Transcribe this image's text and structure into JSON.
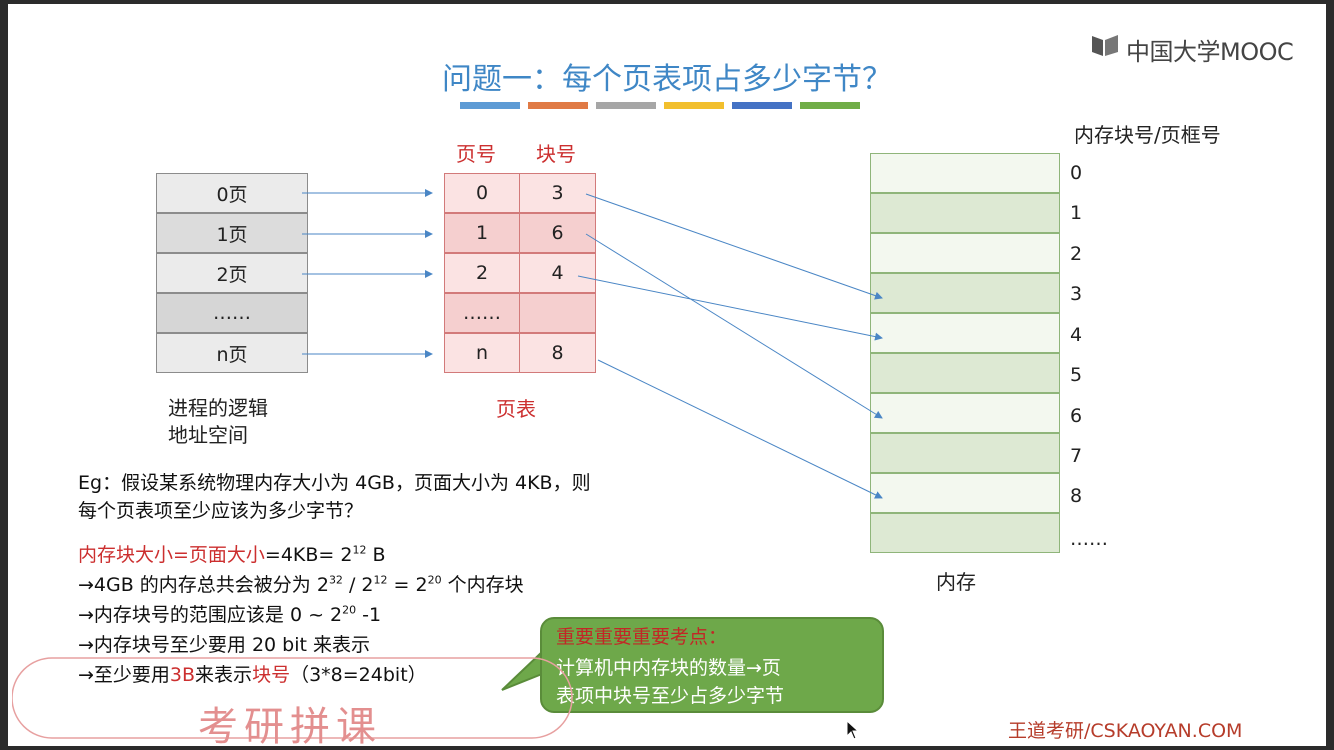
{
  "title": "问题一：每个页表项占多少字节？",
  "title_bar_colors": [
    "#5d9bd5",
    "#e07a45",
    "#a6a6a6",
    "#f2bf2d",
    "#4472c4",
    "#70ad47"
  ],
  "brand": {
    "logo_text": "中国大学MOOC",
    "footer": "王道考研/CSKAOYAN.COM"
  },
  "logical_space": {
    "rows": [
      "0页",
      "1页",
      "2页",
      "……",
      "n页"
    ],
    "caption_line1": "进程的逻辑",
    "caption_line2": "地址空间"
  },
  "page_table": {
    "header_page": "页号",
    "header_block": "块号",
    "rows": [
      {
        "page": "0",
        "block": "3"
      },
      {
        "page": "1",
        "block": "6"
      },
      {
        "page": "2",
        "block": "4"
      },
      {
        "page": "……",
        "block": ""
      },
      {
        "page": "n",
        "block": "8"
      }
    ],
    "caption": "页表"
  },
  "memory": {
    "header": "内存块号/页框号",
    "frames": [
      "0",
      "1",
      "2",
      "3",
      "4",
      "5",
      "6",
      "7",
      "8",
      "……"
    ],
    "caption": "内存"
  },
  "example": {
    "line1": "Eg：假设某系统物理内存大小为 4GB，页面大小为 4KB，则",
    "line2": "每个页表项至少应该为多少字节？",
    "l3_red": "内存块大小=页面大小",
    "l3_rest": "=4KB= 2",
    "l3_sup": "12",
    "l3_end": " B",
    "l4_a": "→4GB 的内存总共会被分为 2",
    "l4_sup1": "32",
    "l4_b": " / 2",
    "l4_sup2": "12",
    "l4_c": " = 2",
    "l4_sup3": "20",
    "l4_d": " 个内存块",
    "l5_a": "→内存块号的范围应该是 0 ~ 2",
    "l5_sup": "20",
    "l5_b": " -1",
    "l6": "→内存块号至少要用 20 bit 来表示",
    "l7_a": "→至少要用",
    "l7_red1": "3B",
    "l7_b": "来表示",
    "l7_red2": "块号",
    "l7_c": "（3*8=24bit）"
  },
  "callout": {
    "title": "重要重要重要考点：",
    "line1": "计算机中内存块的数量→页",
    "line2": "表项中块号至少占多少字节"
  },
  "watermark": "考研拼课"
}
